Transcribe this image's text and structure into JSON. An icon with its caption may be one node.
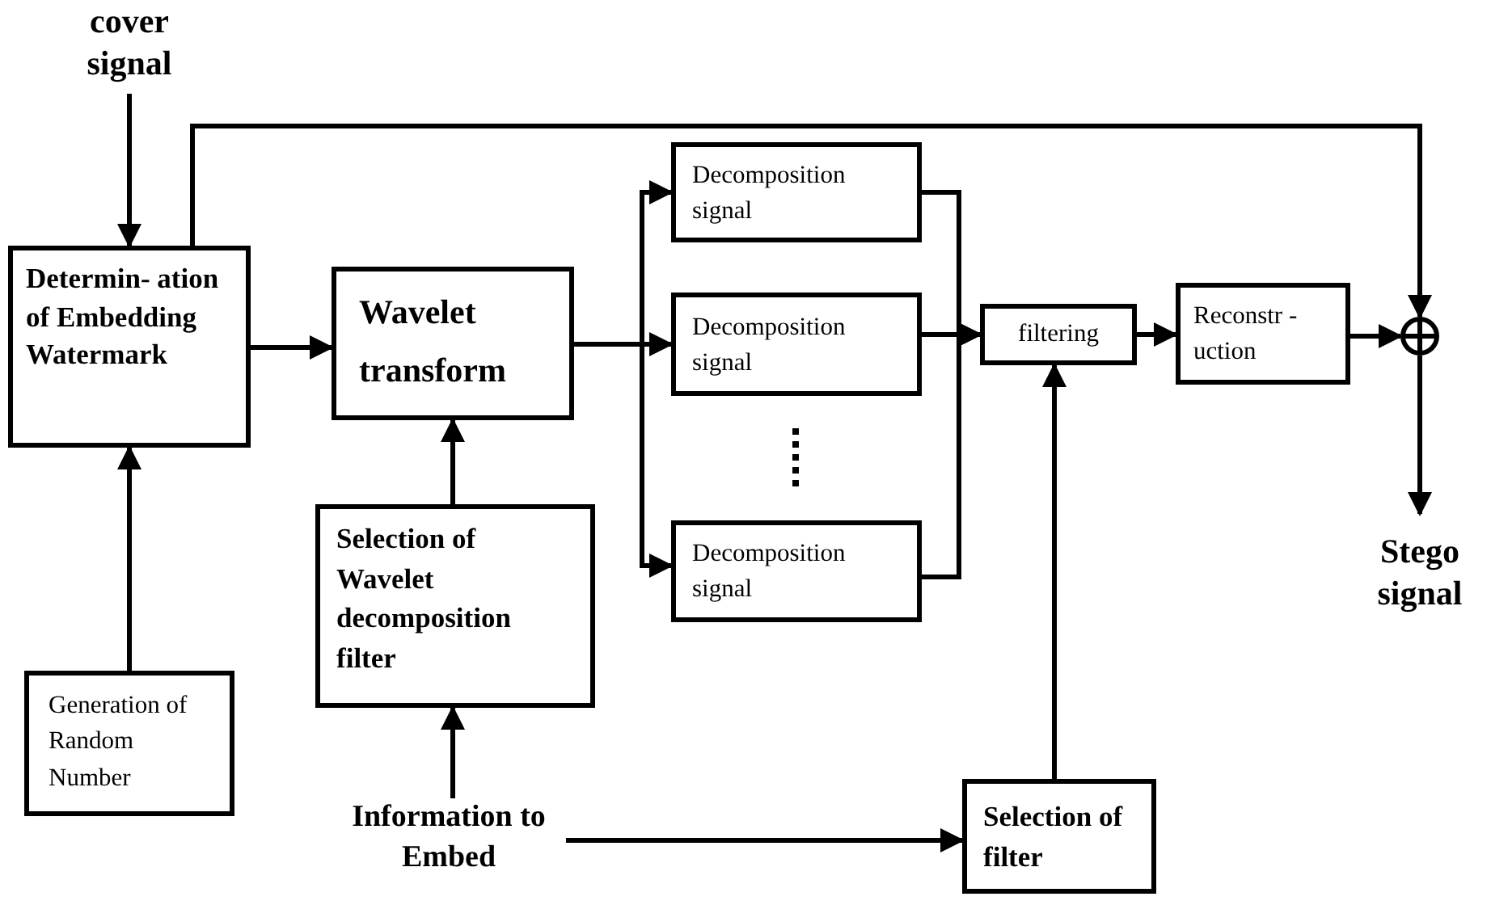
{
  "diagram": {
    "nodes": [
      {
        "text": [
          "cover signal"
        ]
      },
      {
        "text": [
          "Determin- ation of Embedding Watermark"
        ]
      },
      {
        "text": [
          "Wavelet transform"
        ]
      },
      {
        "text": [
          "Decomposition signal"
        ]
      },
      {
        "text": [
          "Decomposition signal"
        ]
      },
      {
        "text": [
          "Decomposition signal"
        ]
      },
      {
        "text": [
          "filtering"
        ]
      },
      {
        "text": [
          "Reconstr -uction"
        ]
      },
      {
        "text": [],
        "shape": "circle"
      },
      {
        "text": [
          "Stego signal"
        ]
      },
      {
        "text": [
          "Generation of Random Number"
        ]
      },
      {
        "text": [
          "Selection of Wavelet decomposition filter"
        ]
      },
      {
        "text": [
          "Information to Embed"
        ]
      },
      {
        "text": [
          "Selection of filter"
        ]
      }
    ],
    "edges": [
      {
        "from": 0,
        "to": 1,
        "arrow": "to"
      },
      {
        "from": 1,
        "to": 8,
        "arrow": "to"
      },
      {
        "from": 1,
        "to": 2,
        "arrow": "to"
      },
      {
        "from": 2,
        "to": 3,
        "arrow": "to"
      },
      {
        "from": 2,
        "to": 4,
        "arrow": "to"
      },
      {
        "from": 2,
        "to": 5,
        "arrow": "to"
      },
      {
        "from": 3,
        "to": 6,
        "arrow": "to"
      },
      {
        "from": 4,
        "to": 6,
        "arrow": "to"
      },
      {
        "from": 5,
        "to": 6,
        "arrow": "to"
      },
      {
        "from": 6,
        "to": 7,
        "arrow": "to"
      },
      {
        "from": 7,
        "to": 8,
        "arrow": "to"
      },
      {
        "from": 8,
        "to": 9,
        "arrow": "to"
      },
      {
        "from": 10,
        "to": 1,
        "arrow": "to"
      },
      {
        "from": 11,
        "to": 2,
        "arrow": "to"
      },
      {
        "from": 12,
        "to": 11,
        "arrow": "to"
      },
      {
        "from": 12,
        "to": 13,
        "arrow": "to"
      },
      {
        "from": 13,
        "to": 6,
        "arrow": "to"
      }
    ]
  }
}
